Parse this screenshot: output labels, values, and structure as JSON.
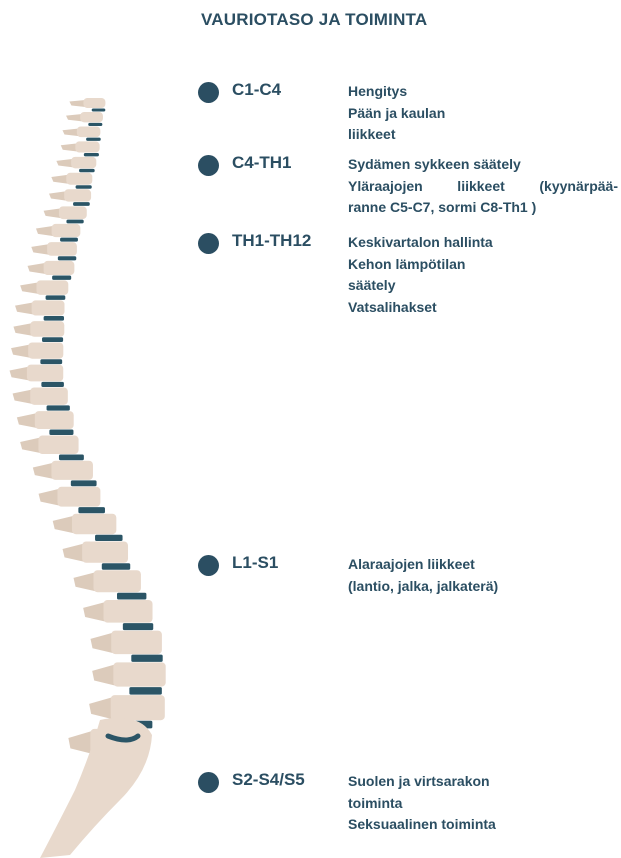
{
  "title": "VAURIOTASO JA TOIMINTA",
  "colors": {
    "accent": "#2b4e62",
    "bone": "#e8d9cc",
    "bone_shadow": "#dccbbb",
    "disc": "#2b5566"
  },
  "levels": [
    {
      "code": "C1-C4",
      "functions": [
        "Hengitys",
        "Pään ja kaulan",
        "liikkeet"
      ]
    },
    {
      "code": "C4-TH1",
      "functions": [
        "Sydämen sykkeen säätely",
        "Yläraajojen liikkeet (kyynärpää-",
        "ranne C5-C7, sormi C8-Th1 )"
      ]
    },
    {
      "code": "TH1-TH12",
      "functions": [
        "Keskivartalon hallinta",
        "Kehon lämpötilan",
        "säätely",
        "Vatsalihakset"
      ]
    },
    {
      "code": "L1-S1",
      "functions": [
        "Alaraajojen liikkeet",
        "(lantio, jalka, jalkaterä)"
      ]
    },
    {
      "code": "S2-S4/S5",
      "functions": [
        "Suolen ja virtsarakon",
        "toiminta",
        "Seksuaalinen toiminta"
      ]
    }
  ]
}
